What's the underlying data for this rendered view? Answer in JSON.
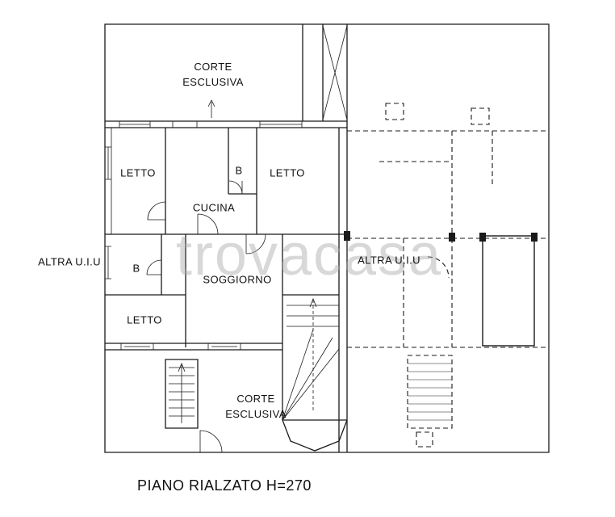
{
  "page": {
    "title": "PIANO RIALZATO H=270",
    "watermark": "trovacasa"
  },
  "rooms": {
    "corte_top": {
      "line1": "CORTE",
      "line2": "ESCLUSIVA"
    },
    "letto_top_left": "LETTO",
    "bagno_top": "B",
    "letto_top_right": "LETTO",
    "cucina": "CUCINA",
    "altra_uiu_left": "ALTRA U.I.U",
    "bagno_left": "B",
    "soggiorno": "SOGGIORNO",
    "altra_uiu_right": "ALTRA U.I.U",
    "letto_bottom_left": "LETTO",
    "corte_bottom": {
      "line1": "CORTE",
      "line2": "ESCLUSIVA"
    }
  },
  "colors": {
    "line": "#1a1a1a",
    "watermark": "#a8a8a8",
    "background": "#ffffff"
  }
}
